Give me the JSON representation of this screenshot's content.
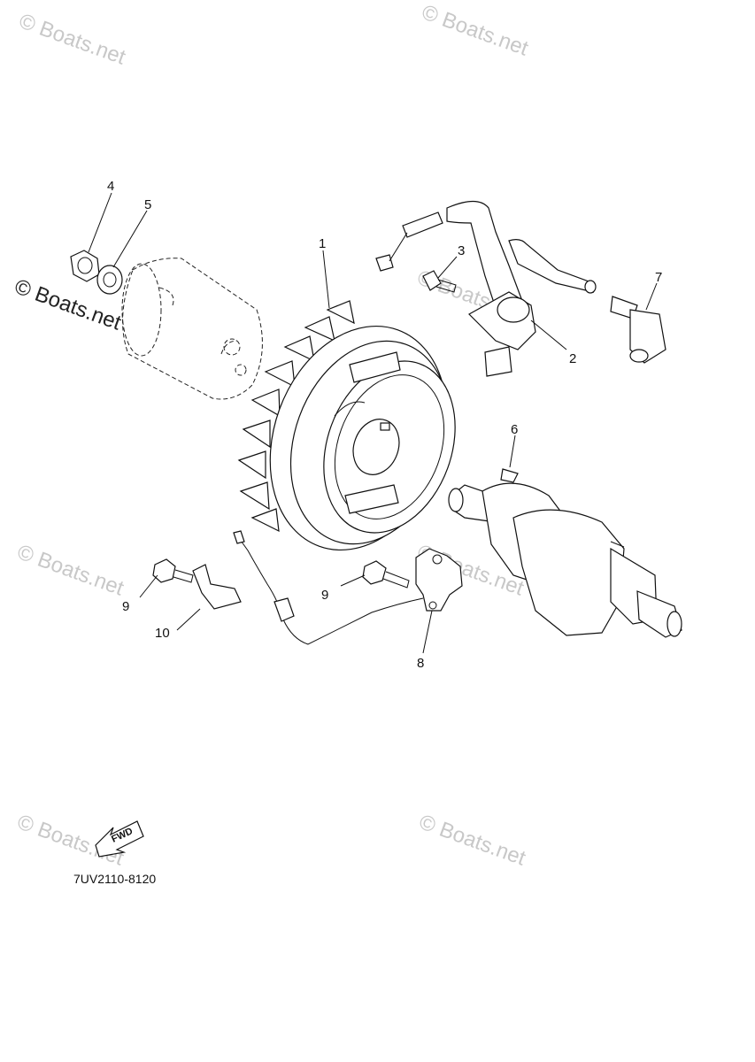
{
  "watermark": {
    "text": "© Boats.net"
  },
  "callouts": [
    "1",
    "2",
    "3",
    "4",
    "5",
    "6",
    "7",
    "8",
    "9",
    "9",
    "10"
  ],
  "fwd_label": "FWD",
  "drawing_code": "7UV2110-8120"
}
